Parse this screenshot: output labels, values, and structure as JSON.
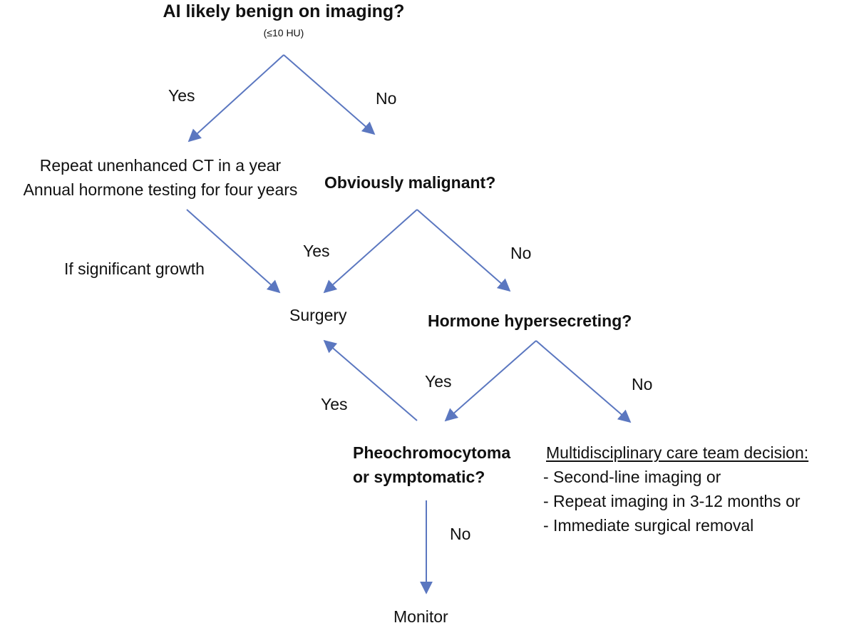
{
  "q1": {
    "title": "AI likely benign on imaging?",
    "sub": "(≤10 HU)"
  },
  "q1_yes": "Yes",
  "q1_no": "No",
  "benign_action": {
    "line1": "Repeat unenhanced CT in a year",
    "line2": "Annual hormone testing for four years"
  },
  "growth_label": "If significant growth",
  "q2": "Obviously malignant?",
  "q2_yes": "Yes",
  "q2_no": "No",
  "surgery": "Surgery",
  "q3": "Hormone hypersecreting?",
  "q3_yes": "Yes",
  "q3_no": "No",
  "q4": {
    "line1": "Pheochromocytoma",
    "line2": "or symptomatic?"
  },
  "q4_yes": "Yes",
  "q4_no": "No",
  "monitor": "Monitor",
  "mdt": {
    "title": "Multidisciplinary care team decision:",
    "items": [
      "- Second-line imaging or",
      "- Repeat imaging in 3-12 months or",
      "- Immediate surgical removal"
    ]
  },
  "colors": {
    "arrow": "#5b77c0"
  }
}
